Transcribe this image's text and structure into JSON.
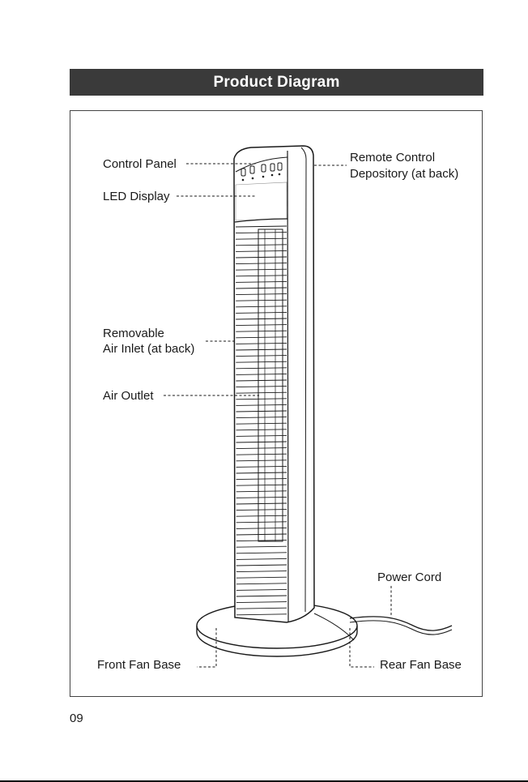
{
  "header": {
    "title": "Product Diagram"
  },
  "labels": {
    "control_panel": "Control Panel",
    "led_display": "LED Display",
    "remote_control_line1": "Remote Control",
    "remote_control_line2": "Depository (at back)",
    "removable_line1": "Removable",
    "removable_line2": "Air Inlet (at back)",
    "air_outlet": "Air Outlet",
    "power_cord": "Power Cord",
    "front_fan_base": "Front Fan Base",
    "rear_fan_base": "Rear Fan Base"
  },
  "footer": {
    "page_number": "09"
  },
  "colors": {
    "header_bg": "#3a3a3a",
    "line": "#1a1a1a"
  }
}
